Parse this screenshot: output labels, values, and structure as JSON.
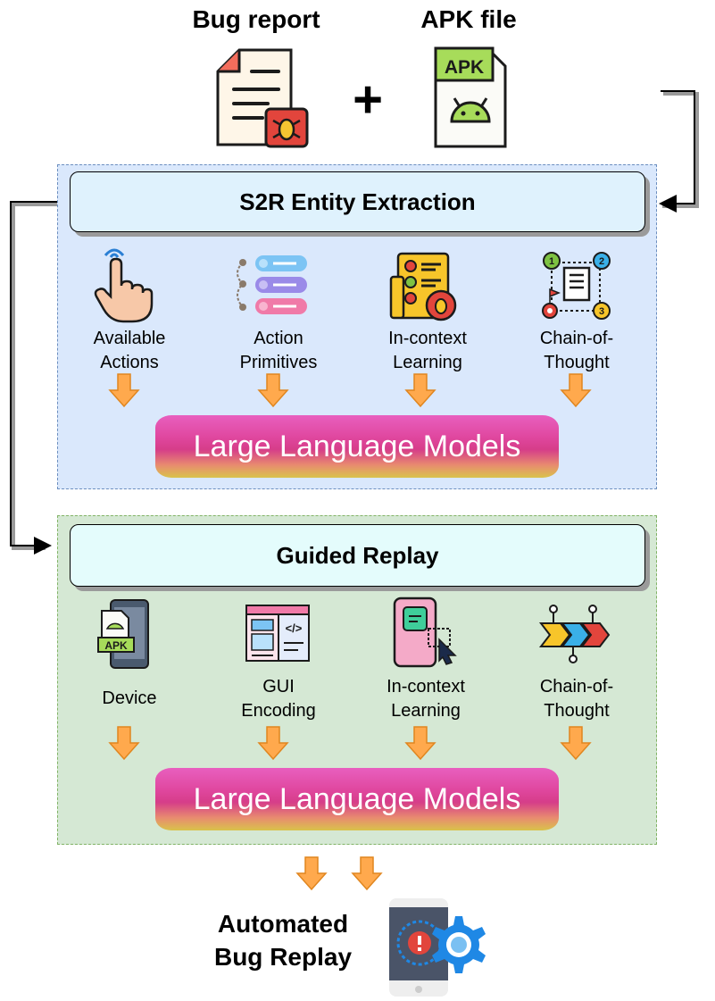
{
  "inputs": {
    "bug_report_label": "Bug report",
    "apk_file_label": "APK file",
    "plus": "+",
    "apk_badge": "APK"
  },
  "extraction": {
    "title": "S2R Entity Extraction",
    "items": [
      {
        "line1": "Available",
        "line2": "Actions"
      },
      {
        "line1": "Action",
        "line2": "Primitives"
      },
      {
        "line1": "In-context",
        "line2": "Learning"
      },
      {
        "line1": "Chain-of-",
        "line2": "Thought"
      }
    ],
    "llm_label": "Large Language Models",
    "cot_steps": [
      "1",
      "2",
      "3"
    ]
  },
  "replay": {
    "title": "Guided Replay",
    "items": [
      {
        "line1": "Device",
        "line2": ""
      },
      {
        "line1": "GUI",
        "line2": "Encoding"
      },
      {
        "line1": "In-context",
        "line2": "Learning"
      },
      {
        "line1": "Chain-of-",
        "line2": "Thought"
      }
    ],
    "llm_label": "Large Language Models",
    "device_badge": "APK",
    "code_glyph": "</>"
  },
  "output": {
    "line1": "Automated",
    "line2": "Bug Replay"
  }
}
